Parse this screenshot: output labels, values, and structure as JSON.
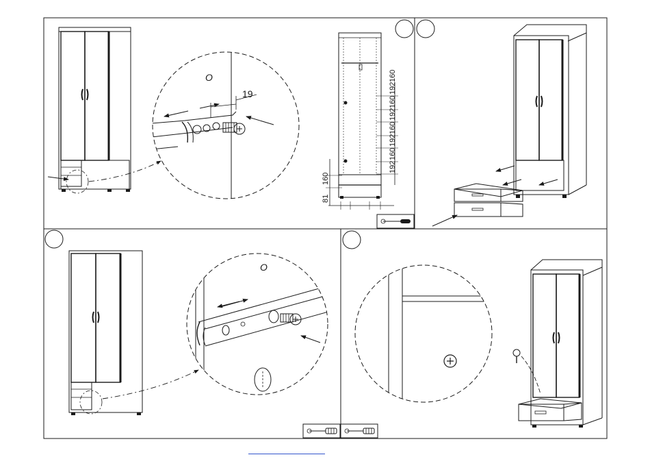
{
  "panel1": {
    "zoom_dim_label": "19",
    "zoom_hole_letter": "O",
    "cabinet_dims_vertical": [
      "192",
      "160",
      "192",
      "160",
      "192",
      "160",
      "192",
      "160"
    ],
    "dim_left_upper": "160",
    "dim_left_lower": "81"
  },
  "panel3": {
    "zoom_hole_letter": "O"
  },
  "colors": {
    "line": "#1a1a1a",
    "link": "#3355cc"
  }
}
